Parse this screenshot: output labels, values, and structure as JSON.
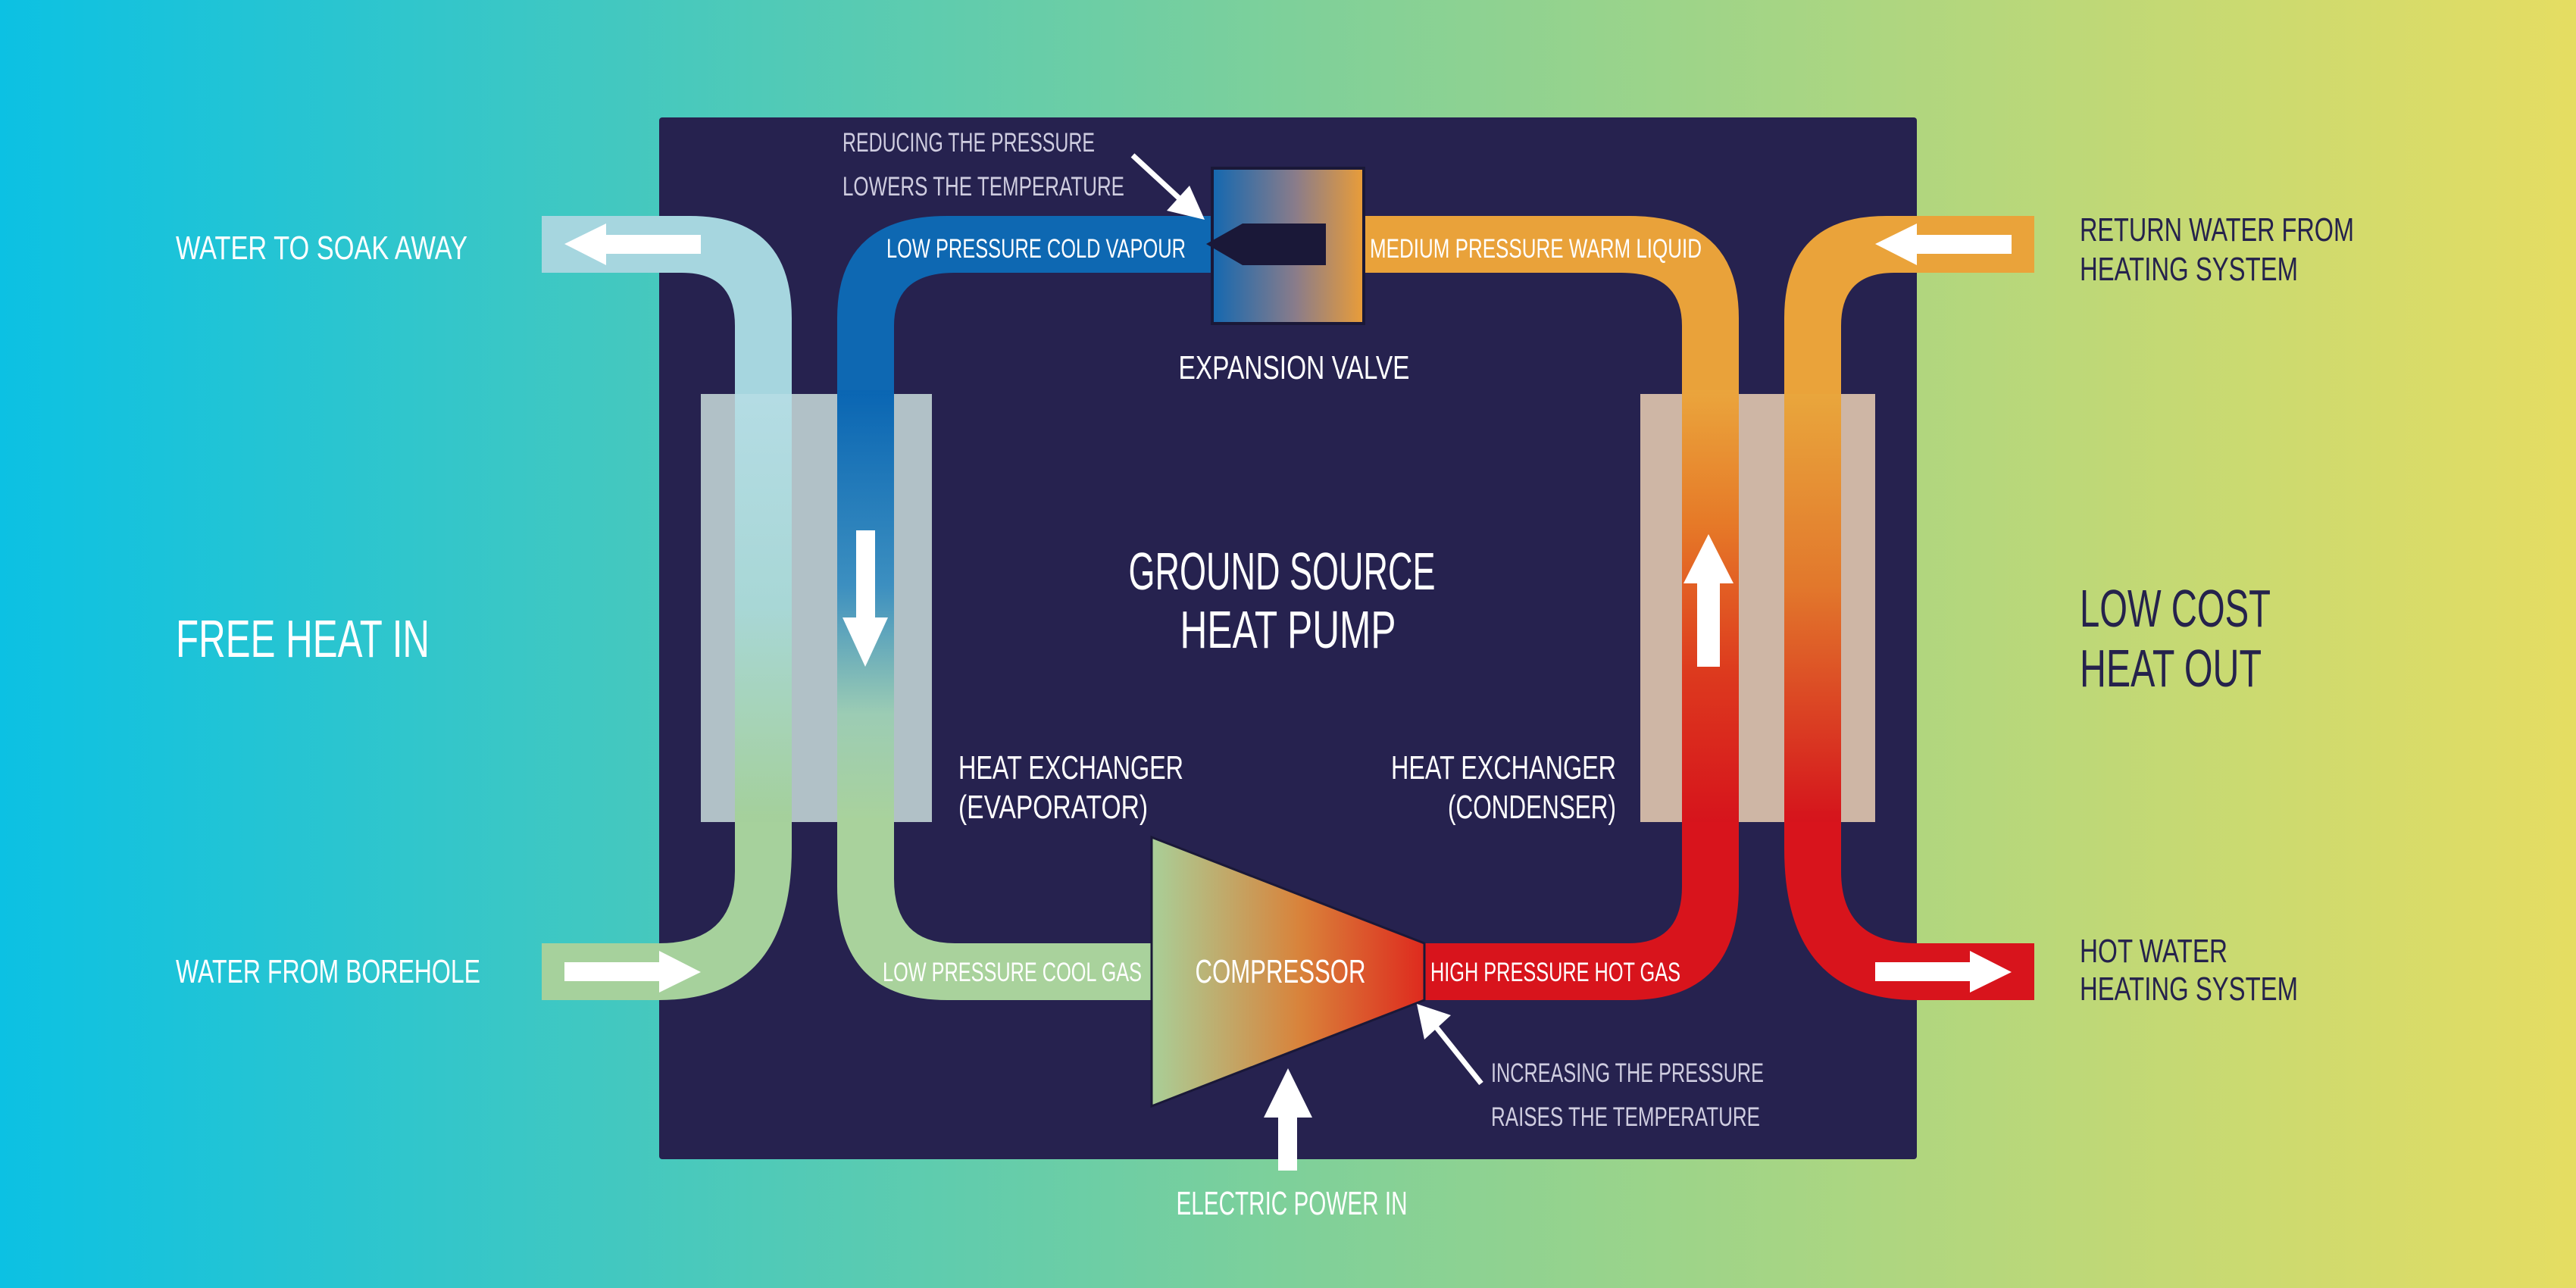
{
  "title": {
    "line1": "GROUND SOURCE",
    "line2": "HEAT PUMP"
  },
  "left": {
    "water_out": "WATER TO SOAK AWAY",
    "free_heat": "FREE HEAT IN",
    "water_in": "WATER FROM BOREHOLE"
  },
  "right": {
    "return_water_line1": "RETURN WATER FROM",
    "return_water_line2": "HEATING SYSTEM",
    "low_cost_line1": "LOW COST",
    "low_cost_line2": "HEAT OUT",
    "hot_water_line1": "HOT WATER",
    "hot_water_line2": "HEATING SYSTEM"
  },
  "loop": {
    "low_pressure_cold_vapour": "LOW PRESSURE COLD VAPOUR",
    "medium_pressure_warm_liquid": "MEDIUM PRESSURE WARM LIQUID",
    "low_pressure_cool_gas": "LOW PRESSURE COOL GAS",
    "high_pressure_hot_gas": "HIGH PRESSURE HOT GAS"
  },
  "components": {
    "expansion_valve": "EXPANSION VALVE",
    "compressor": "COMPRESSOR",
    "evaporator_line1": "HEAT EXCHANGER",
    "evaporator_line2": "(EVAPORATOR)",
    "condenser_line1": "HEAT EXCHANGER",
    "condenser_line2": "(CONDENSER)",
    "electric_power": "ELECTRIC POWER IN"
  },
  "notes": {
    "reduce_line1": "REDUCING THE PRESSURE",
    "reduce_line2": "LOWERS THE TEMPERATURE",
    "increase_line1": "INCREASING THE PRESSURE",
    "increase_line2": "RAISES THE TEMPERATURE"
  },
  "colors": {
    "background_left": "#0fc3e2",
    "background_right": "#e4de62",
    "panel": "#26224f",
    "cold_blue": "#0e6db0",
    "warm_orange": "#e9a23a",
    "hot_red": "#d8141c",
    "soak_light_blue": "#a6d6df",
    "borehole_green": "#a6d19c",
    "exchanger_panel": "#d6ece8",
    "condenser_panel": "#f3d6b8"
  }
}
